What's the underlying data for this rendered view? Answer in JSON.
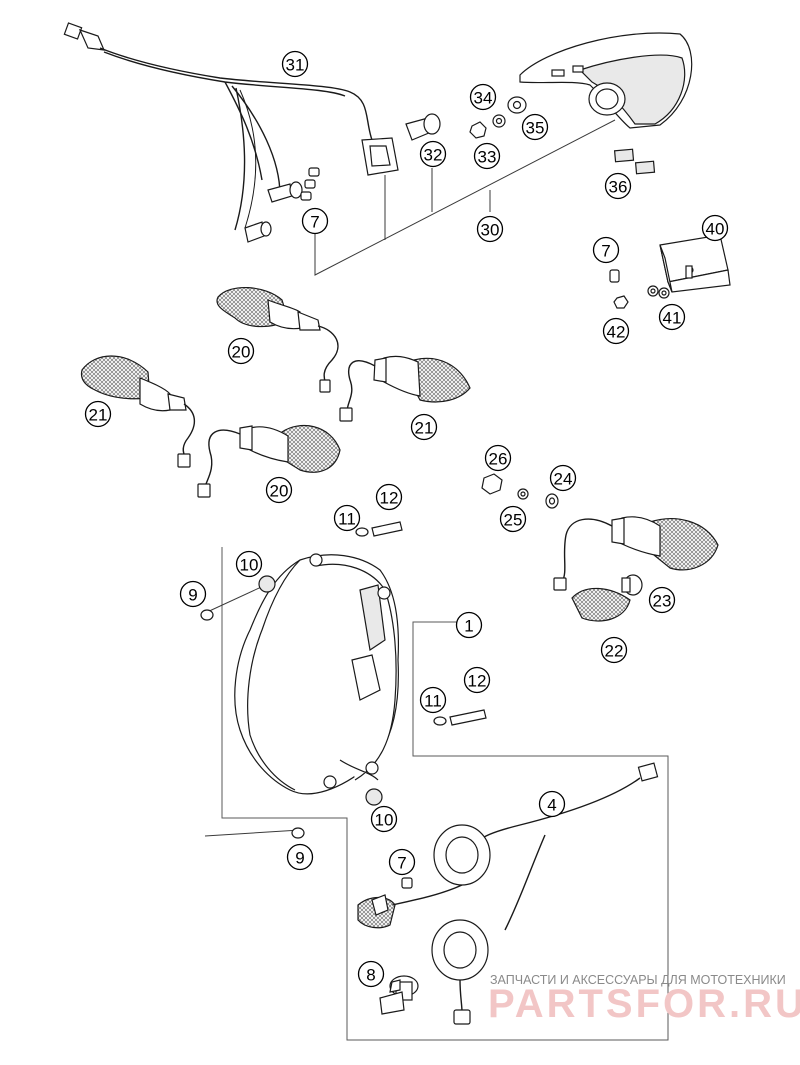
{
  "callouts": [
    {
      "id": "31",
      "label": "31"
    },
    {
      "id": "34",
      "label": "34"
    },
    {
      "id": "35",
      "label": "35"
    },
    {
      "id": "32",
      "label": "32"
    },
    {
      "id": "33",
      "label": "33"
    },
    {
      "id": "36",
      "label": "36"
    },
    {
      "id": "7a",
      "label": "7"
    },
    {
      "id": "30",
      "label": "30"
    },
    {
      "id": "40",
      "label": "40"
    },
    {
      "id": "7b",
      "label": "7"
    },
    {
      "id": "41",
      "label": "41"
    },
    {
      "id": "42",
      "label": "42"
    },
    {
      "id": "20a",
      "label": "20"
    },
    {
      "id": "21a",
      "label": "21"
    },
    {
      "id": "21b",
      "label": "21"
    },
    {
      "id": "20b",
      "label": "20"
    },
    {
      "id": "26",
      "label": "26"
    },
    {
      "id": "24",
      "label": "24"
    },
    {
      "id": "25",
      "label": "25"
    },
    {
      "id": "12a",
      "label": "12"
    },
    {
      "id": "11a",
      "label": "11"
    },
    {
      "id": "10a",
      "label": "10"
    },
    {
      "id": "9a",
      "label": "9"
    },
    {
      "id": "1",
      "label": "1"
    },
    {
      "id": "23",
      "label": "23"
    },
    {
      "id": "22",
      "label": "22"
    },
    {
      "id": "12b",
      "label": "12"
    },
    {
      "id": "11b",
      "label": "11"
    },
    {
      "id": "4",
      "label": "4"
    },
    {
      "id": "10b",
      "label": "10"
    },
    {
      "id": "9b",
      "label": "9"
    },
    {
      "id": "7c",
      "label": "7"
    },
    {
      "id": "8",
      "label": "8"
    }
  ],
  "watermark": {
    "caption": "ЗАПЧАСТИ И АКСЕССУАРЫ ДЛЯ МОТОТЕХНИКИ",
    "brand": "PARTSFOR.RU"
  }
}
